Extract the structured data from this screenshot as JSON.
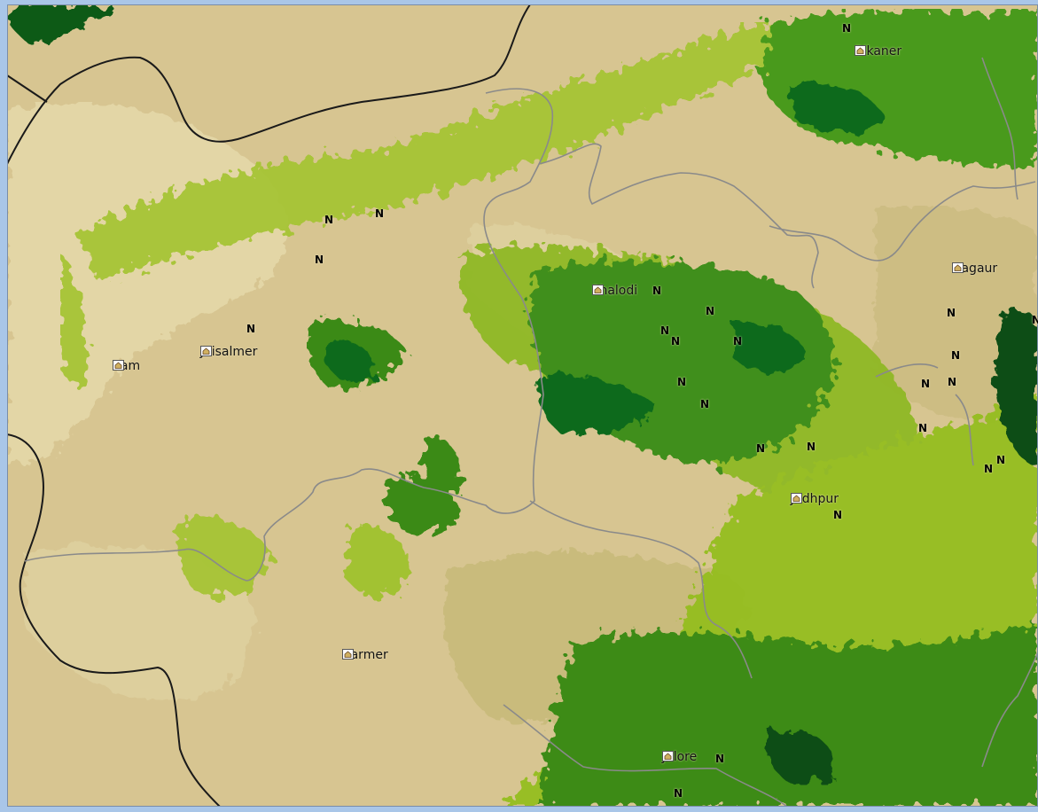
{
  "map": {
    "type": "vegetation index map",
    "colors": {
      "water_border": "#a9c6e8",
      "desert": "#d7c591",
      "sand_light": "#e3d6a6",
      "sand_mid": "#cfc188",
      "green_light": "#9bc229",
      "green_mid": "#4f9a1e",
      "green_dark": "#0e6b1a",
      "green_deepest": "#0a4d12",
      "boundary_major": "#1a1a1a",
      "boundary_minor": "#8a8a8a"
    },
    "icons": {
      "town": "house-icon",
      "marker": "letter-n-marker"
    },
    "towns": [
      {
        "name": "Bikaner"
      },
      {
        "name": "Nagaur"
      },
      {
        "name": "Phalodi"
      },
      {
        "name": "Jaisalmer"
      },
      {
        "name": "Sam"
      },
      {
        "name": "Jodhpur"
      },
      {
        "name": "Barmer"
      },
      {
        "name": "Jalore"
      }
    ],
    "marker_letter": "N"
  }
}
